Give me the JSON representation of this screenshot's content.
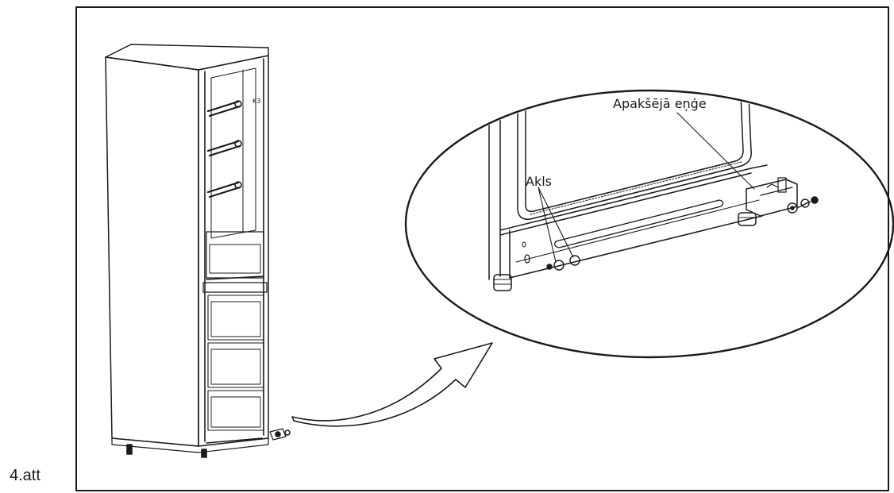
{
  "figure": {
    "caption": "4.att",
    "labels": {
      "lower_hinge": "Apakšējā eņģe",
      "blind_cover": "Akls"
    }
  },
  "colors": {
    "line": "#1a1a1a",
    "background": "#ffffff"
  }
}
